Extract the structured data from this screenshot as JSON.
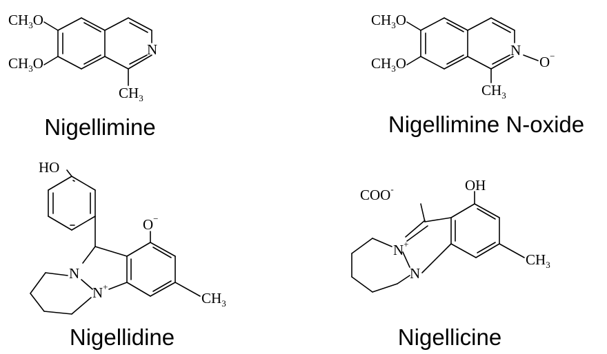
{
  "compounds": [
    {
      "name": "Nigellimine",
      "groups": {
        "methoxy_1": "CH",
        "methoxy_2": "CH",
        "methoxy_o": "O",
        "methyl": "CH",
        "sub3": "3",
        "nitrogen": "N"
      }
    },
    {
      "name": "Nigellimine N-oxide",
      "groups": {
        "methoxy_1": "CH",
        "methoxy_2": "CH",
        "methoxy_o": "O",
        "methyl": "CH",
        "sub3": "3",
        "nitrogen": "N",
        "oxide_o": "O",
        "minus": "−"
      }
    },
    {
      "name": "Nigellidine",
      "groups": {
        "hydroxy": "HO",
        "nitrogen": "N",
        "nitrogen_plus": "N",
        "plus": "+",
        "oxide_o": "O",
        "minus": "−",
        "methyl": "CH",
        "sub3": "3"
      }
    },
    {
      "name": "Nigellicine",
      "groups": {
        "carboxylate": "COO",
        "minus": "-",
        "hydroxy": "OH",
        "nitrogen_plus": "N",
        "plus": "+",
        "nitrogen": "N",
        "methyl": "CH",
        "sub3": "3"
      }
    }
  ]
}
